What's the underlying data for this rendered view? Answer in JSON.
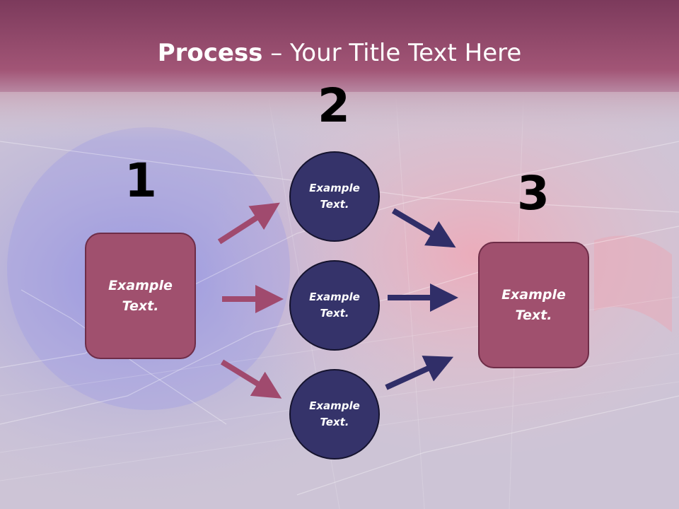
{
  "slide": {
    "title_bold": "Process",
    "title_rest": " – Your Title Text Here"
  },
  "steps": {
    "step1_number": "1",
    "step2_number": "2",
    "step3_number": "3"
  },
  "nodes": {
    "left_box": [
      "Example",
      "Text."
    ],
    "circle_top": [
      "Example",
      "Text."
    ],
    "circle_middle": [
      "Example",
      "Text."
    ],
    "circle_bottom": [
      "Example",
      "Text."
    ],
    "right_box": [
      "Example",
      "Text."
    ]
  },
  "colors": {
    "header_band": "#9c4b70",
    "box_fill": "#a0506e",
    "circle_fill": "#35336a",
    "arrow_pink": "#a04a6e",
    "arrow_navy": "#302e68"
  }
}
